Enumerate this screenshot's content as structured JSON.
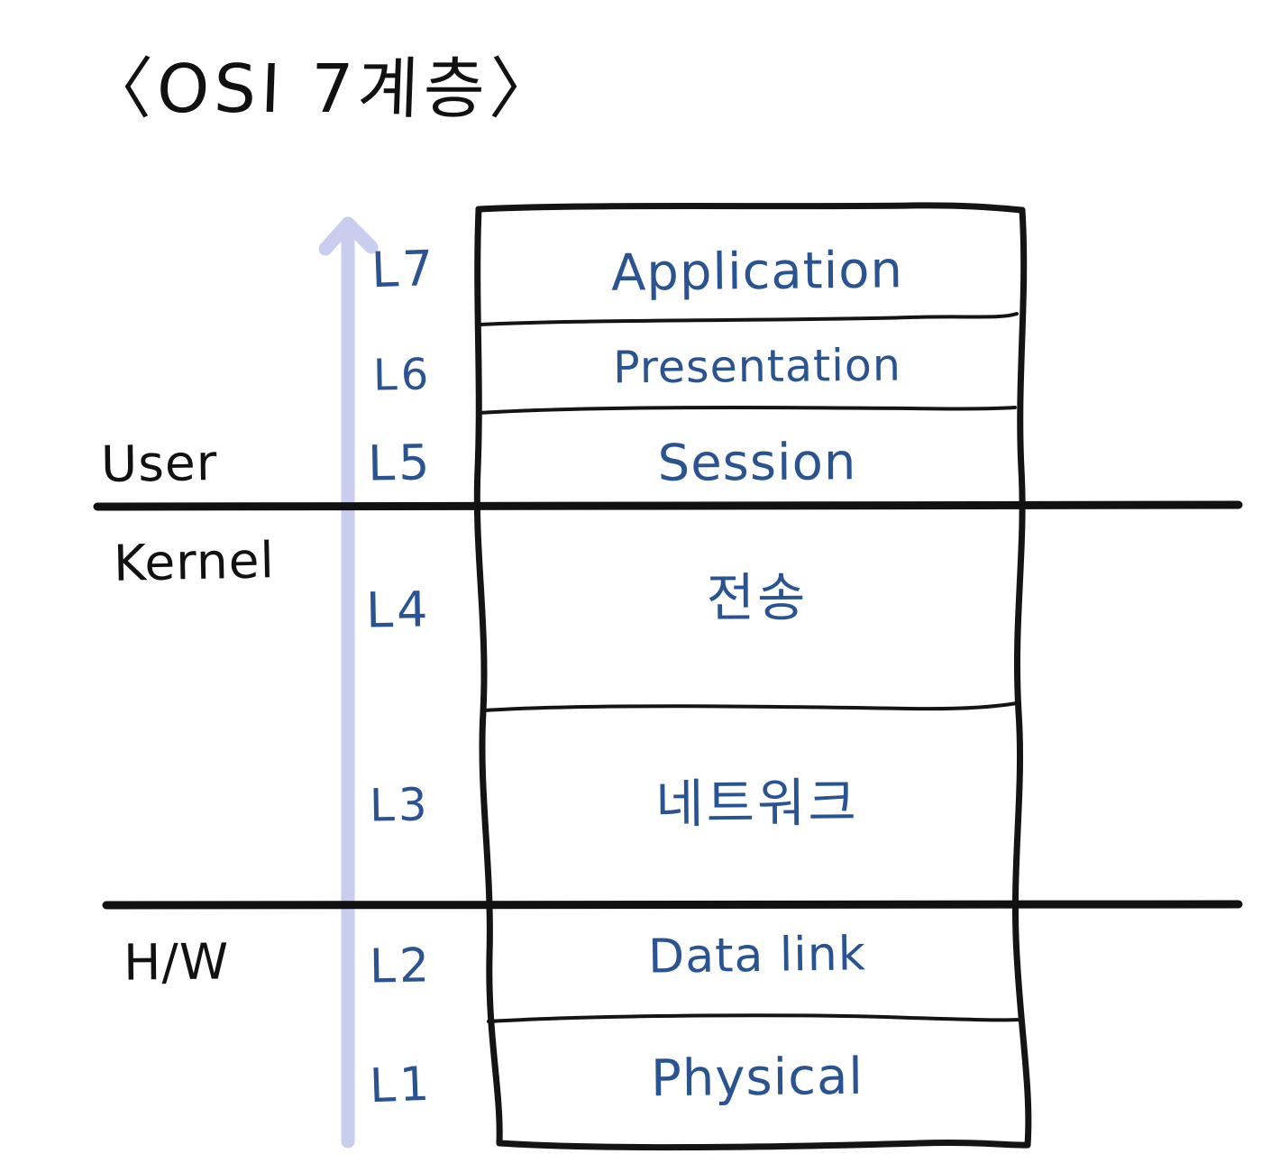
{
  "title": "〈OSI 7계층〉",
  "colors": {
    "ink_black": "#111111",
    "ink_blue": "#2a5391",
    "arrow_lavender": "#c9cdee",
    "background": "#ffffff"
  },
  "zones": [
    {
      "id": "user",
      "label": "User"
    },
    {
      "id": "kernel",
      "label": "Kernel"
    },
    {
      "id": "hw",
      "label": "H/W"
    }
  ],
  "arrow": {
    "direction": "up",
    "semantic": "upward-arrow"
  },
  "layers": [
    {
      "number": "L7",
      "name": "Application",
      "zone": "user"
    },
    {
      "number": "L6",
      "name": "Presentation",
      "zone": "user"
    },
    {
      "number": "L5",
      "name": "Session",
      "zone": "user"
    },
    {
      "number": "L4",
      "name": "전송",
      "zone": "kernel"
    },
    {
      "number": "L3",
      "name": "네트워크",
      "zone": "kernel"
    },
    {
      "number": "L2",
      "name": "Data link",
      "zone": "hw"
    },
    {
      "number": "L1",
      "name": "Physical",
      "zone": "hw"
    }
  ]
}
